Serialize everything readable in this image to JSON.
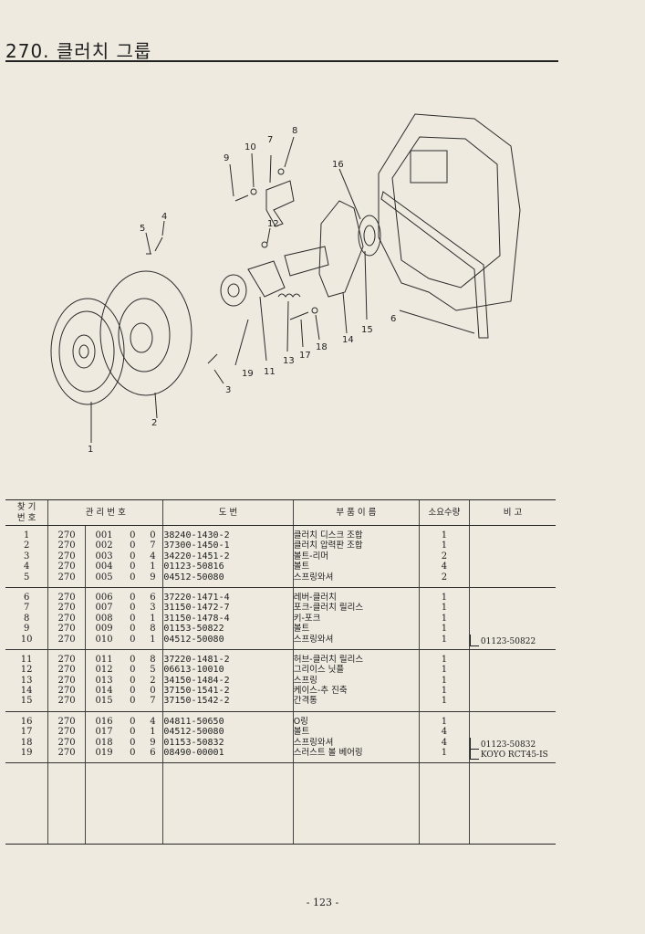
{
  "title": "270. 클러치 그룹",
  "callouts": [
    "1",
    "2",
    "3",
    "4",
    "5",
    "6",
    "7",
    "8",
    "9",
    "10",
    "11",
    "12",
    "13",
    "14",
    "15",
    "16",
    "17",
    "18",
    "19"
  ],
  "table": {
    "headers": {
      "find_no": "찾 기\n번 호",
      "mgmt_no": "관 리 번 호",
      "drawing_no": "도 번",
      "part_name": "부 품 이 름",
      "qty": "소요수량",
      "remarks": "비 고"
    },
    "groups": [
      [
        {
          "no": "1",
          "a": "270",
          "b": "001",
          "c": "0",
          "d": "0",
          "dwg": "38240-1430-2",
          "name": "클러치 디스크 조합",
          "qty": "1",
          "remark": ""
        },
        {
          "no": "2",
          "a": "270",
          "b": "002",
          "c": "0",
          "d": "7",
          "dwg": "37300-1450-1",
          "name": "클러치 압력판 조합",
          "qty": "1",
          "remark": ""
        },
        {
          "no": "3",
          "a": "270",
          "b": "003",
          "c": "0",
          "d": "4",
          "dwg": "34220-1451-2",
          "name": "볼트-리머",
          "qty": "2",
          "remark": ""
        },
        {
          "no": "4",
          "a": "270",
          "b": "004",
          "c": "0",
          "d": "1",
          "dwg": "01123-50816",
          "name": "볼트",
          "qty": "4",
          "remark": ""
        },
        {
          "no": "5",
          "a": "270",
          "b": "005",
          "c": "0",
          "d": "9",
          "dwg": "04512-50080",
          "name": "스프링와셔",
          "qty": "2",
          "remark": ""
        }
      ],
      [
        {
          "no": "6",
          "a": "270",
          "b": "006",
          "c": "0",
          "d": "6",
          "dwg": "37220-1471-4",
          "name": "레버-클러치",
          "qty": "1",
          "remark": ""
        },
        {
          "no": "7",
          "a": "270",
          "b": "007",
          "c": "0",
          "d": "3",
          "dwg": "31150-1472-7",
          "name": "포크-클러치 릴리스",
          "qty": "1",
          "remark": ""
        },
        {
          "no": "8",
          "a": "270",
          "b": "008",
          "c": "0",
          "d": "1",
          "dwg": "31150-1478-4",
          "name": "키-포크",
          "qty": "1",
          "remark": ""
        },
        {
          "no": "9",
          "a": "270",
          "b": "009",
          "c": "0",
          "d": "8",
          "dwg": "01153-50822",
          "name": "볼트",
          "qty": "1",
          "remark": ""
        },
        {
          "no": "10",
          "a": "270",
          "b": "010",
          "c": "0",
          "d": "1",
          "dwg": "04512-50080",
          "name": "스프링와셔",
          "qty": "1",
          "remark": "01123-50822"
        }
      ],
      [
        {
          "no": "11",
          "a": "270",
          "b": "011",
          "c": "0",
          "d": "8",
          "dwg": "37220-1481-2",
          "name": "허브-클러치 릴리스",
          "qty": "1",
          "remark": ""
        },
        {
          "no": "12",
          "a": "270",
          "b": "012",
          "c": "0",
          "d": "5",
          "dwg": "06613-10010",
          "name": "그리이스 닛플",
          "qty": "1",
          "remark": ""
        },
        {
          "no": "13",
          "a": "270",
          "b": "013",
          "c": "0",
          "d": "2",
          "dwg": "34150-1484-2",
          "name": "스프링",
          "qty": "1",
          "remark": ""
        },
        {
          "no": "14",
          "a": "270",
          "b": "014",
          "c": "0",
          "d": "0",
          "dwg": "37150-1541-2",
          "name": "케이스-추 진축",
          "qty": "1",
          "remark": ""
        },
        {
          "no": "15",
          "a": "270",
          "b": "015",
          "c": "0",
          "d": "7",
          "dwg": "37150-1542-2",
          "name": "간격통",
          "qty": "1",
          "remark": ""
        }
      ],
      [
        {
          "no": "16",
          "a": "270",
          "b": "016",
          "c": "0",
          "d": "4",
          "dwg": "04811-50650",
          "name": "O링",
          "qty": "1",
          "remark": ""
        },
        {
          "no": "17",
          "a": "270",
          "b": "017",
          "c": "0",
          "d": "1",
          "dwg": "04512-50080",
          "name": "볼트",
          "qty": "4",
          "remark": ""
        },
        {
          "no": "18",
          "a": "270",
          "b": "018",
          "c": "0",
          "d": "9",
          "dwg": "01153-50832",
          "name": "스프링와셔",
          "qty": "4",
          "remark": "01123-50832"
        },
        {
          "no": "19",
          "a": "270",
          "b": "019",
          "c": "0",
          "d": "6",
          "dwg": "08490-00001",
          "name": "스러스트 볼 베어링",
          "qty": "1",
          "remark": "KOYO RCT45-IS"
        }
      ]
    ]
  },
  "page_number": "- 123 -"
}
